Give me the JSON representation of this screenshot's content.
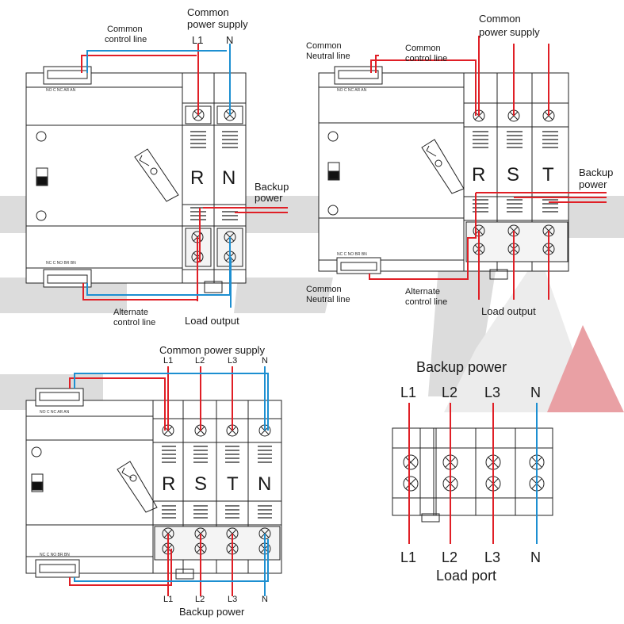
{
  "watermark": {
    "text": "LEYA",
    "color": "#d9d9d9",
    "accent": "#e8323a"
  },
  "colors": {
    "red": "#e01f26",
    "blue": "#1d8fd1",
    "outline": "#222222"
  },
  "diagram_1p": {
    "common_control_line": [
      "Common",
      "control line"
    ],
    "common_power_supply": [
      "Common",
      "power supply"
    ],
    "terminals": [
      "L1",
      "N"
    ],
    "phases": [
      "R",
      "N"
    ],
    "backup_power": [
      "Backup",
      "power"
    ],
    "alternate_control_line": [
      "Alternate",
      "control line"
    ],
    "load_output": "Load output",
    "top_connector": "NO  C  NC AR AN",
    "bottom_connector": "NC  C  NO BR BN"
  },
  "diagram_3p_top": {
    "common_neutral_line_top": [
      "Common",
      "Neutral line"
    ],
    "common_control_line": [
      "Common",
      "control line"
    ],
    "common_power_supply": [
      "Common",
      "power supply"
    ],
    "phases": [
      "R",
      "S",
      "T"
    ],
    "backup_power": [
      "Backup",
      "power"
    ],
    "common_neutral_line_bottom": [
      "Common",
      "Neutral line"
    ],
    "alternate_control_line": [
      "Alternate",
      "control line"
    ],
    "load_output": "Load output",
    "top_connector": "NO  C  NC AR AN",
    "bottom_connector": "NC  C  NO BR BN"
  },
  "diagram_4p": {
    "common_power_supply": "Common  power supply",
    "top_terminals": [
      "L1",
      "L2",
      "L3",
      "N"
    ],
    "phases": [
      "R",
      "S",
      "T",
      "N"
    ],
    "bottom_terminals": [
      "L1",
      "L2",
      "L3",
      "N"
    ],
    "backup_power": "Backup power",
    "top_connector": "NO  C  NC AR AN",
    "bottom_connector": "NC  C  NO BR BN"
  },
  "load_port": {
    "backup_power": "Backup  power",
    "top_terminals": [
      "L1",
      "L2",
      "L3",
      "N"
    ],
    "bottom_terminals": [
      "L1",
      "L2",
      "L3",
      "N"
    ],
    "caption": "Load port"
  }
}
